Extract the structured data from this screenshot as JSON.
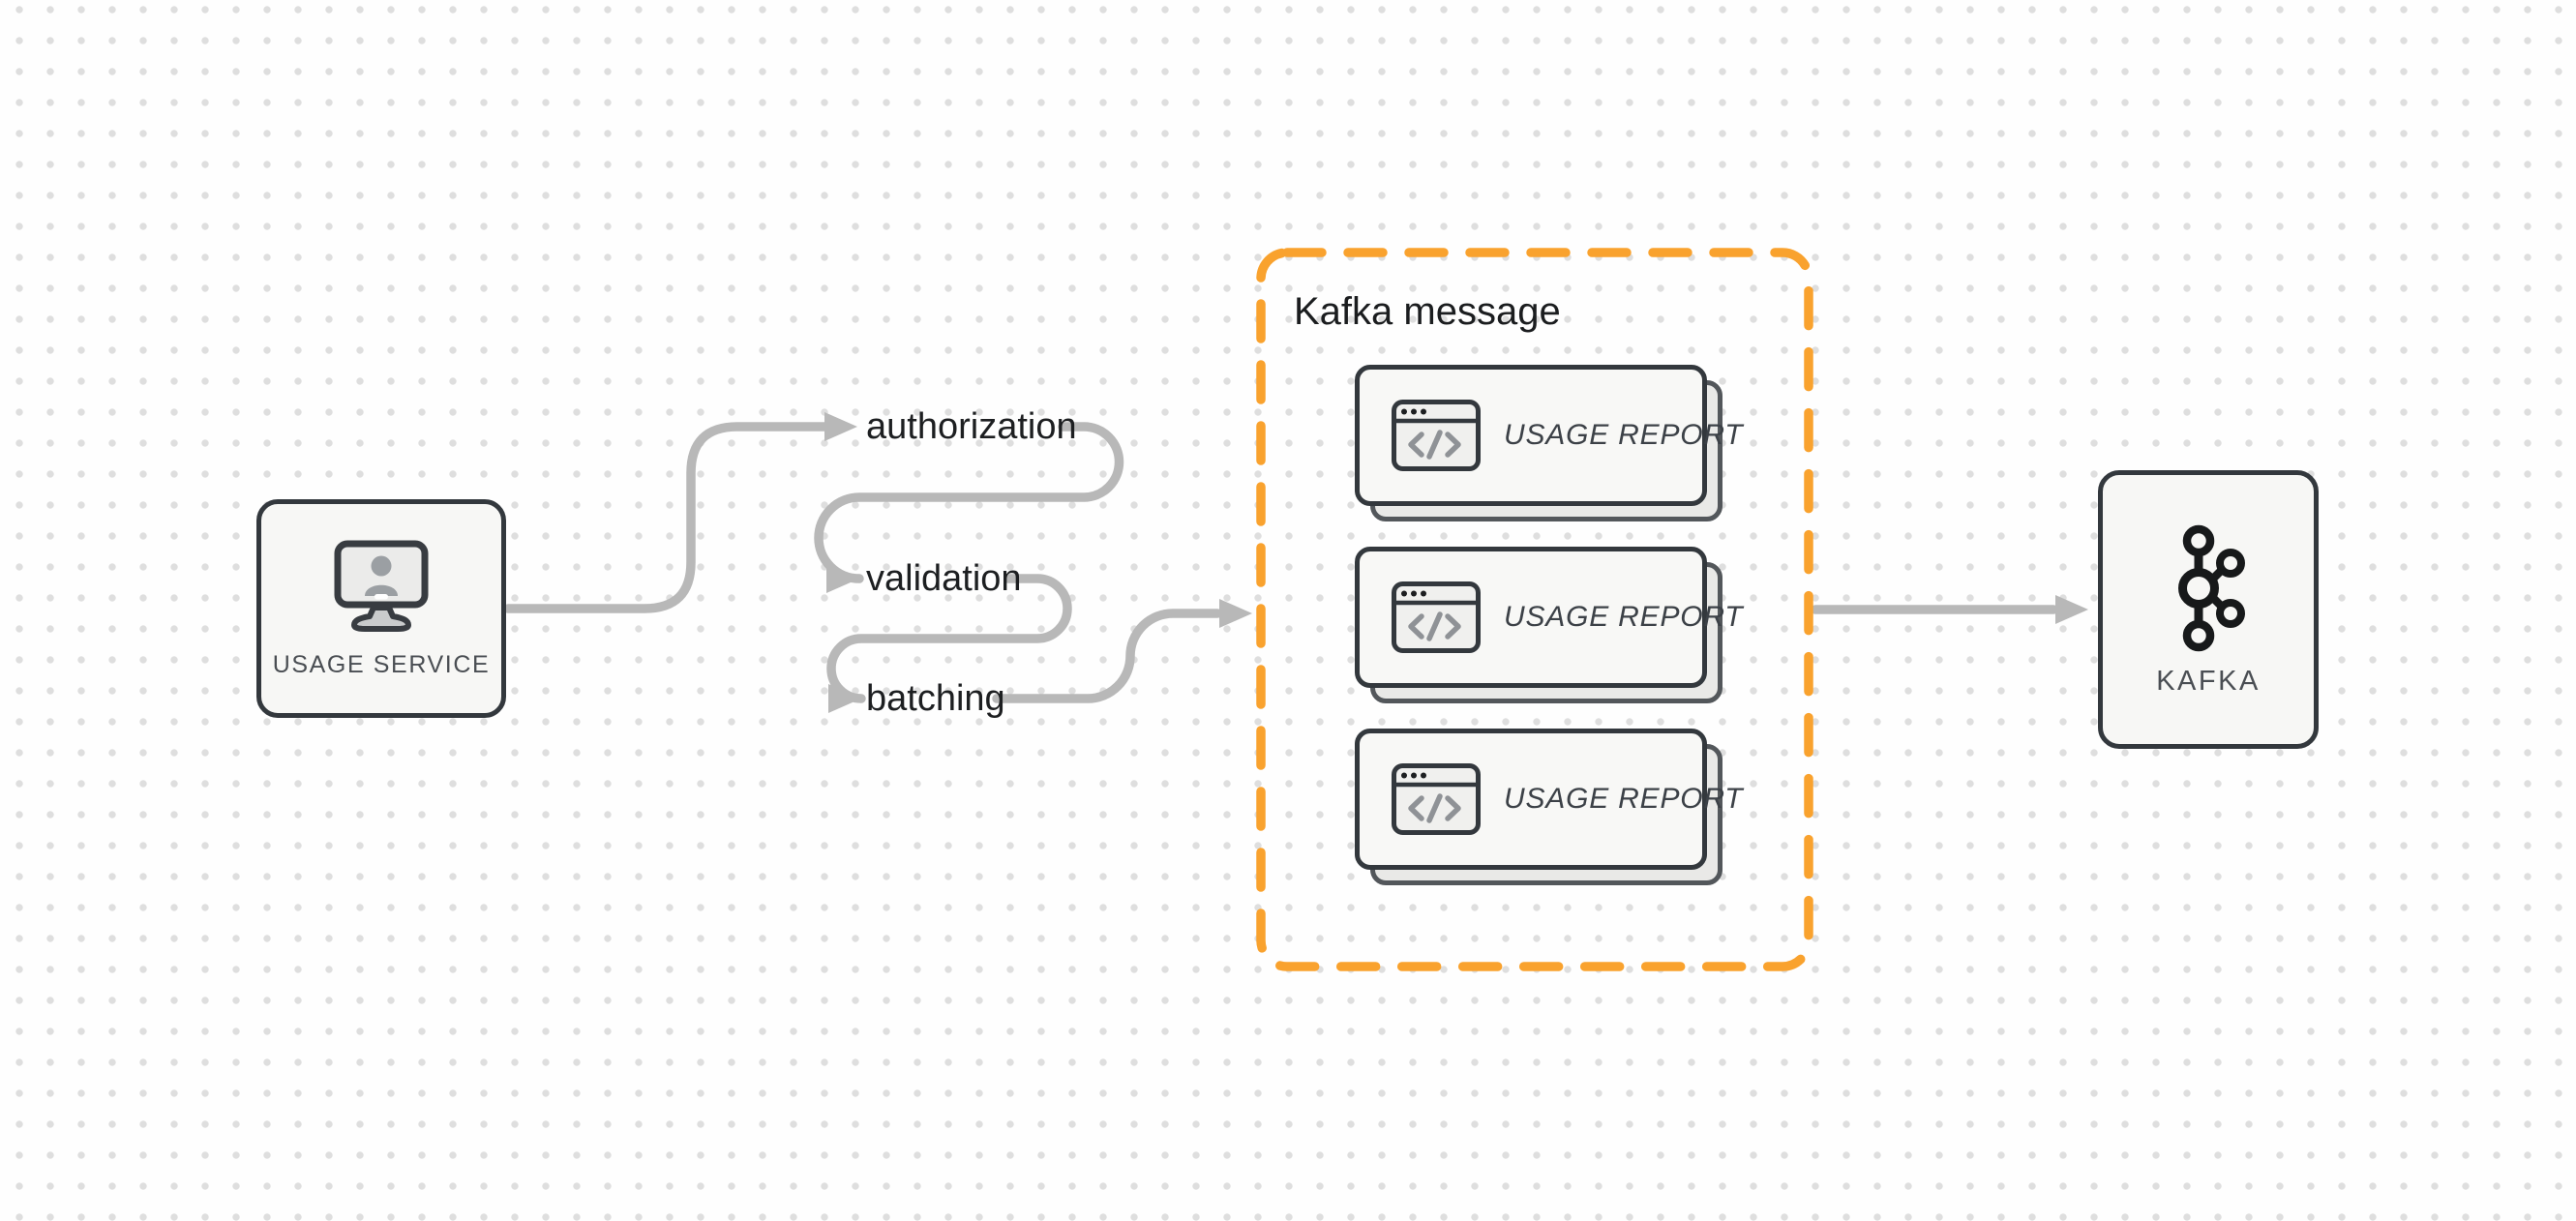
{
  "diagram": {
    "source_node": {
      "label": "USAGE SERVICE",
      "icon": "user-monitor-icon"
    },
    "pipeline_steps": [
      {
        "label": "authorization"
      },
      {
        "label": "validation"
      },
      {
        "label": "batching"
      }
    ],
    "kafka_message_group": {
      "title": "Kafka message",
      "cards": [
        {
          "label": "USAGE REPORT",
          "icon": "code-window-icon"
        },
        {
          "label": "USAGE REPORT",
          "icon": "code-window-icon"
        },
        {
          "label": "USAGE REPORT",
          "icon": "code-window-icon"
        }
      ]
    },
    "target_node": {
      "label": "KAFKA",
      "icon": "kafka-logo-icon"
    },
    "colors": {
      "group_border_orange": "#F9A22E",
      "connector_gray": "#B8B8B8",
      "node_border_dark": "#33383D",
      "step_text_dark": "#1D1F21",
      "node_label_gray": "#4A4E53"
    }
  }
}
